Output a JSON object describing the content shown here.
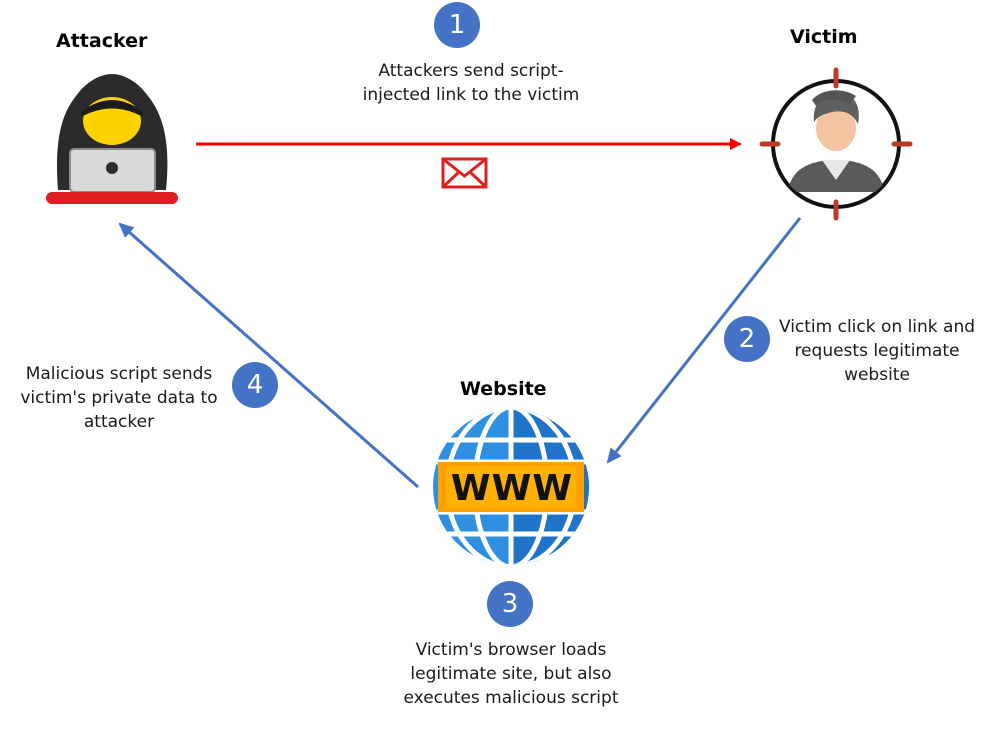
{
  "labels": {
    "attacker": "Attacker",
    "victim": "Victim",
    "website": "Website",
    "www": "WWW"
  },
  "steps": [
    {
      "number": "1",
      "lines": [
        "Attackers send script-",
        "injected link to the victim"
      ]
    },
    {
      "number": "2",
      "lines": [
        "Victim click on link and",
        "requests legitimate",
        "website"
      ]
    },
    {
      "number": "3",
      "lines": [
        "Victim's browser loads",
        "legitimate site, but also",
        "executes malicious script"
      ]
    },
    {
      "number": "4",
      "lines": [
        "Malicious script sends",
        "victim's private data to",
        "attacker"
      ]
    }
  ],
  "icons": {
    "attacker": "hooded-hacker-icon",
    "victim": "victim-target-icon",
    "website": "www-globe-icon",
    "message": "envelope-icon"
  },
  "colors": {
    "attack_arrow": "#ff0000",
    "flow_arrow": "#4472c4",
    "badge": "#4472c4"
  }
}
